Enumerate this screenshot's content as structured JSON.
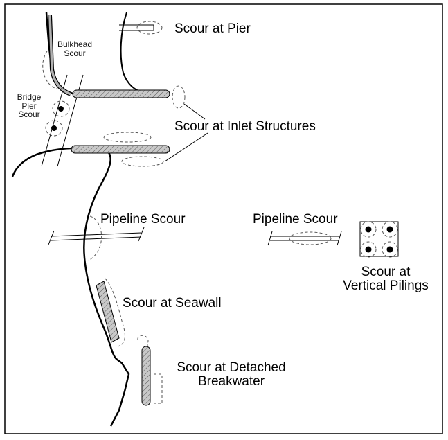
{
  "labels": {
    "scour_at_pier": "Scour at Pier",
    "bulkhead_scour_line1": "Bulkhead",
    "bulkhead_scour_line2": "Scour",
    "bridge_pier_scour_line1": "Bridge",
    "bridge_pier_scour_line2": "Pier",
    "bridge_pier_scour_line3": "Scour",
    "scour_at_inlet_structures": "Scour at Inlet Structures",
    "pipeline_scour_left": "Pipeline Scour",
    "pipeline_scour_right": "Pipeline Scour",
    "scour_at_vertical_pilings_line1": "Scour at",
    "scour_at_vertical_pilings_line2": "Vertical Pilings",
    "scour_at_seawall": "Scour at Seawall",
    "scour_at_detached_breakwater_line1": "Scour at Detached",
    "scour_at_detached_breakwater_line2": "Breakwater"
  },
  "colors": {
    "line": "#000000",
    "structure_fill": "#b8b8b8",
    "scour_dash": "#555555"
  }
}
